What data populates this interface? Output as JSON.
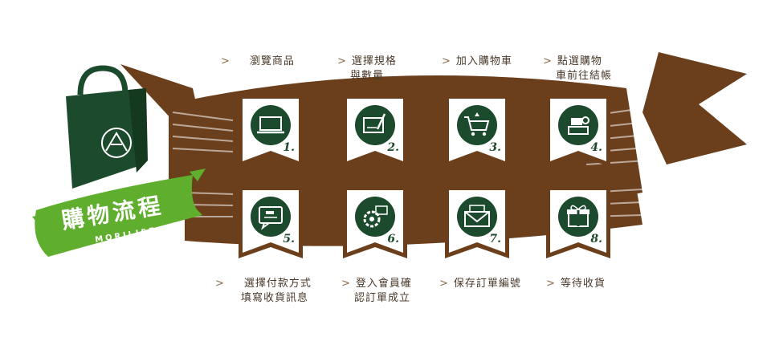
{
  "badge": {
    "title": "購物流程",
    "subtitle": "MORILIFE"
  },
  "steps": [
    {
      "number": "1.",
      "line1": "瀏覽商品",
      "line2": "",
      "icon": "laptop-icon"
    },
    {
      "number": "2.",
      "line1": "選擇規格",
      "line2": "與數量",
      "icon": "form-pen-icon"
    },
    {
      "number": "3.",
      "line1": "加入購物車",
      "line2": "",
      "icon": "shopping-cart-icon"
    },
    {
      "number": "4.",
      "line1": "點選購物",
      "line2": "車前往結帳",
      "icon": "cash-register-icon"
    },
    {
      "number": "5.",
      "line1": "選擇付款方式",
      "line2": "填寫收貨訊息",
      "icon": "chat-form-icon"
    },
    {
      "number": "6.",
      "line1": "登入會員確",
      "line2": "認訂單成立",
      "icon": "gear-login-icon"
    },
    {
      "number": "7.",
      "line1": "保存訂單編號",
      "line2": "",
      "icon": "envelope-icon"
    },
    {
      "number": "8.",
      "line1": "等待收貨",
      "line2": "",
      "icon": "gift-icon"
    }
  ],
  "arrow": ">",
  "colors": {
    "dark_green": "#1c4a2c",
    "brown": "#6b3f1c",
    "light_green": "#5fae2e",
    "tag_border": "#6b3f1c",
    "text": "#4a3a2a"
  }
}
